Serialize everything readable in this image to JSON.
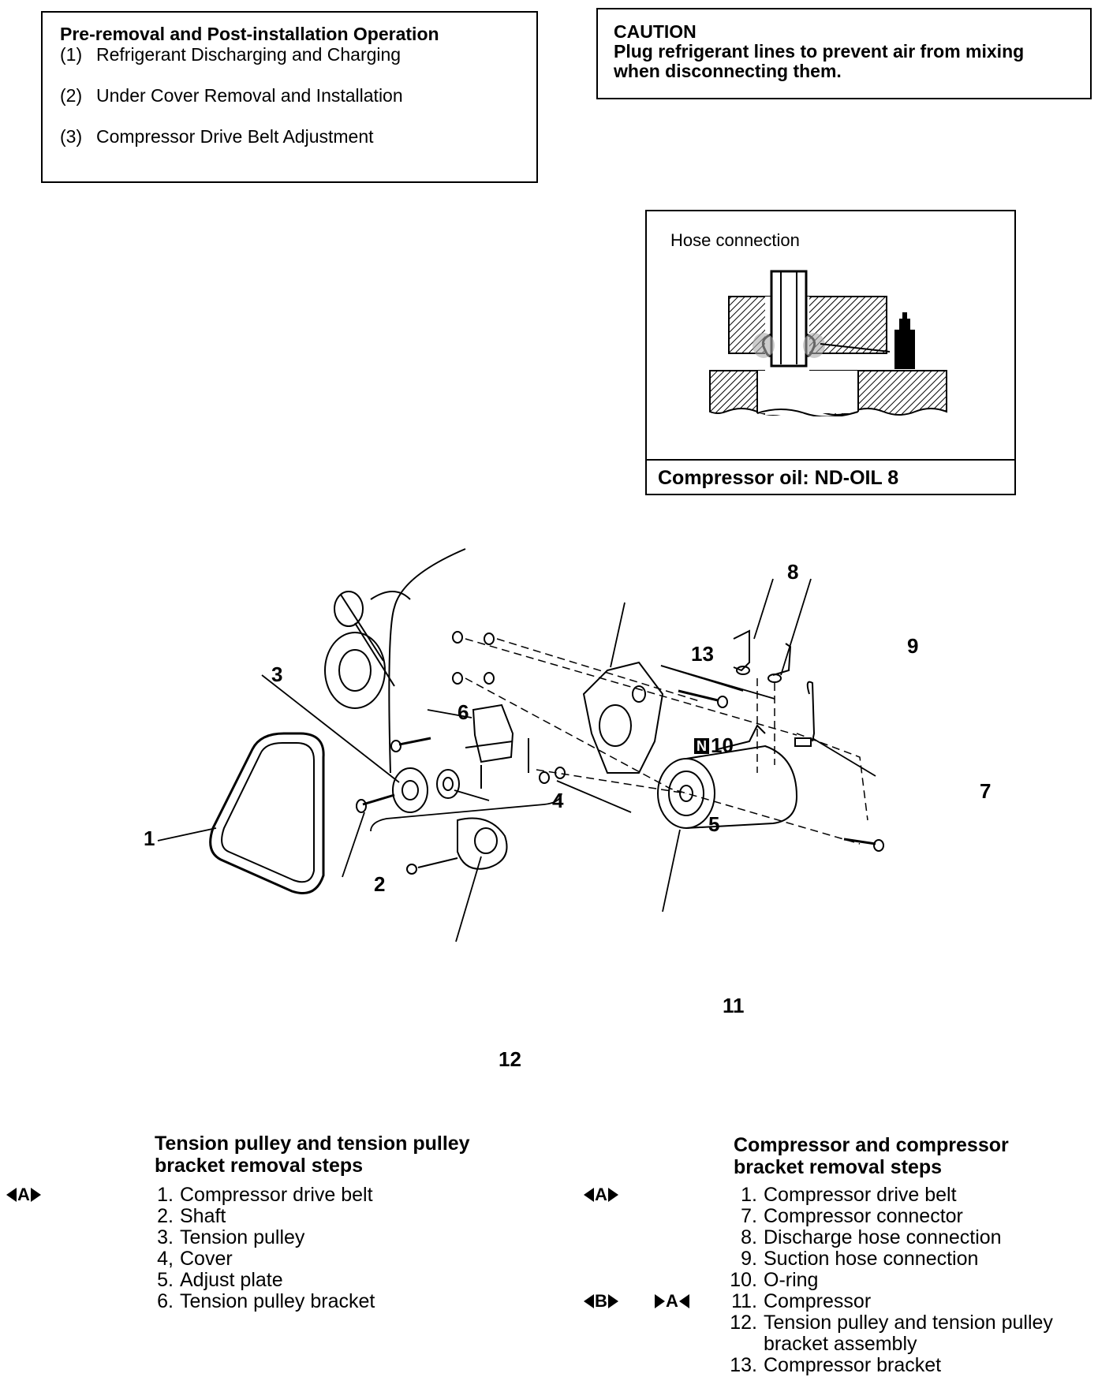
{
  "pre_operation": {
    "title": "Pre-removal and Post-installation Operation",
    "items": [
      {
        "num": "(1)",
        "text": "Refrigerant Discharging and Charging"
      },
      {
        "num": "(2)",
        "text": "Under Cover Removal and Installation"
      },
      {
        "num": "(3)",
        "text": "Compressor Drive Belt Adjustment"
      }
    ]
  },
  "caution": {
    "title": "CAUTION",
    "text": "Plug refrigerant lines to prevent air from mixing when disconnecting them."
  },
  "hose_connection": {
    "title": "Hose connection",
    "footer": "Compressor oil: ND-OIL 8"
  },
  "diagram": {
    "callouts": [
      "1",
      "2",
      "3",
      "4",
      "5",
      "6",
      "7",
      "8",
      "9",
      "10",
      "11",
      "12",
      "13"
    ],
    "new_part_mark": "N"
  },
  "tension_steps": {
    "title_line1": "Tension pulley and tension pulley",
    "title_line2": "bracket removal steps",
    "marker": "A",
    "items": [
      {
        "num": "1.",
        "text": "Compressor drive belt"
      },
      {
        "num": "2.",
        "text": "Shaft"
      },
      {
        "num": "3.",
        "text": "Tension pulley"
      },
      {
        "num": "4,",
        "text": "Cover"
      },
      {
        "num": "5.",
        "text": "Adjust plate"
      },
      {
        "num": "6.",
        "text": "Tension pulley bracket"
      }
    ]
  },
  "compressor_steps": {
    "title_line1": "Compressor and compressor",
    "title_line2": "bracket removal steps",
    "marker_a": "A",
    "marker_b": "B",
    "marker_install_a": "A",
    "items": [
      {
        "num": "1.",
        "text": "Compressor drive belt"
      },
      {
        "num": "7.",
        "text": "Compressor connector"
      },
      {
        "num": "8.",
        "text": "Discharge hose connection"
      },
      {
        "num": "9.",
        "text": "Suction hose connection"
      },
      {
        "num": "10.",
        "text": "O-ring"
      },
      {
        "num": "11.",
        "text": "Compressor"
      },
      {
        "num": "12.",
        "text": "Tension pulley and tension pulley"
      },
      {
        "num": "",
        "text": "bracket assembly"
      },
      {
        "num": "13.",
        "text": "Compressor bracket"
      }
    ]
  }
}
